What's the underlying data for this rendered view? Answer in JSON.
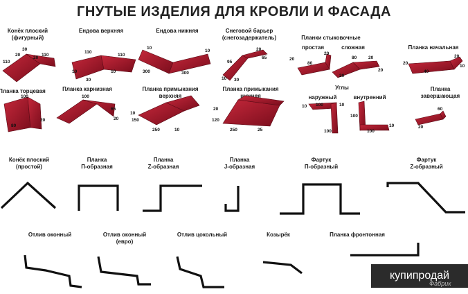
{
  "title": "ГНУТЫЕ ИЗДЕЛИЯ ДЛЯ КРОВЛИ И ФАСАДА",
  "colors": {
    "metal": "#a3162a",
    "metal_light": "#c5283b",
    "metal_dark": "#6e0c1a",
    "profile": "#111111"
  },
  "row1": [
    {
      "name": "Конёк плоский\n(фигурный)",
      "dims": [
        "30",
        "20",
        "110",
        "20",
        "110"
      ]
    },
    {
      "name": "Ендова верхняя",
      "dims": [
        "110",
        "10",
        "110",
        "30",
        "10"
      ]
    },
    {
      "name": "Ендова нижняя",
      "dims": [
        "10",
        "300",
        "300",
        "10"
      ]
    },
    {
      "name": "Снеговой барьер\n(снегозадержатель)",
      "dims": [
        "65",
        "95",
        "20",
        "30",
        "10"
      ]
    },
    {
      "name": "Планки стыковочные",
      "sub": [
        "простая",
        "сложная"
      ],
      "dims": [
        "20",
        "80",
        "20",
        "20",
        "80",
        "20",
        "20"
      ]
    },
    {
      "name": "Планка начальная",
      "dims": [
        "20",
        "40",
        "10",
        "20"
      ]
    }
  ],
  "row2": [
    {
      "name": "Планка торцевая",
      "dims": [
        "100",
        "80",
        "20"
      ]
    },
    {
      "name": "Планка карнизная",
      "dims": [
        "100",
        "65",
        "20"
      ]
    },
    {
      "name": "Планка примыкания\nверхняя",
      "dims": [
        "10",
        "150",
        "250",
        "10"
      ]
    },
    {
      "name": "Планка примыкания\nнижняя",
      "dims": [
        "20",
        "120",
        "250",
        "25"
      ]
    },
    {
      "name": "Углы",
      "sub": [
        "наружный",
        "внутренний"
      ],
      "dims": [
        "10",
        "100",
        "10",
        "100",
        "100",
        "10",
        "100"
      ]
    },
    {
      "name": "Планка\nзавершающая",
      "dims": [
        "60",
        "20"
      ]
    }
  ],
  "row3": [
    {
      "name": "Конёк плоский\n(простой)"
    },
    {
      "name": "Планка\nП-образная"
    },
    {
      "name": "Планка\nZ-образная"
    },
    {
      "name": "Планка\nJ-образная"
    },
    {
      "name": "Фартук\nП-образный"
    },
    {
      "name": "Фартук\nZ-образный"
    }
  ],
  "row4": [
    {
      "name": "Отлив оконный"
    },
    {
      "name": "Отлив оконный\n(евро)"
    },
    {
      "name": "Отлив цокольный"
    },
    {
      "name": "Козырёк"
    },
    {
      "name": "Планка фронтонная"
    }
  ],
  "logo": "купипродай",
  "watermark": "Фабрик"
}
